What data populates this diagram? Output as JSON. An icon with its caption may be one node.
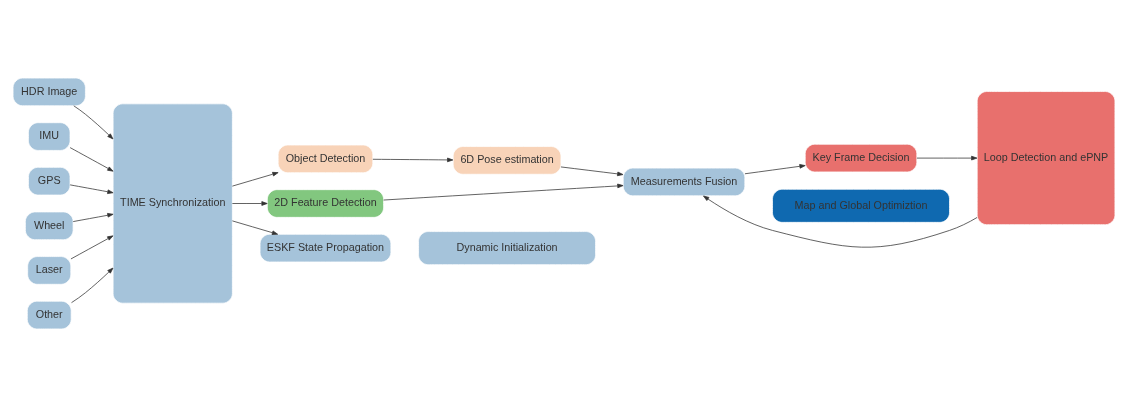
{
  "diagram": {
    "nodes": [
      {
        "text": [
          "HDR Image"
        ]
      },
      {
        "text": [
          "IMU"
        ]
      },
      {
        "text": [
          "GPS"
        ]
      },
      {
        "text": [
          "Wheel"
        ]
      },
      {
        "text": [
          "Laser"
        ]
      },
      {
        "text": [
          "Other"
        ]
      },
      {
        "text": [
          "TIME Synchronization"
        ]
      },
      {
        "text": [
          "Object Detection"
        ]
      },
      {
        "text": [
          "6D Pose estimation"
        ]
      },
      {
        "text": [
          "2D Feature Detection"
        ]
      },
      {
        "text": [
          "ESKF State Propagation"
        ]
      },
      {
        "text": [
          "Measurements Fusion"
        ]
      },
      {
        "text": [
          "Key Frame Decision"
        ]
      },
      {
        "text": [
          "Loop Detection and ePNP"
        ]
      },
      {
        "text": [
          "Dynamic Initialization"
        ]
      },
      {
        "text": [
          "Map and Global Optimiztion"
        ]
      }
    ],
    "edges": [
      {
        "from": 0,
        "to": 6,
        "arrow": "to"
      },
      {
        "from": 1,
        "to": 6,
        "arrow": "to"
      },
      {
        "from": 2,
        "to": 6,
        "arrow": "to"
      },
      {
        "from": 3,
        "to": 6,
        "arrow": "to"
      },
      {
        "from": 4,
        "to": 6,
        "arrow": "to"
      },
      {
        "from": 5,
        "to": 6,
        "arrow": "to"
      },
      {
        "from": 6,
        "to": 7,
        "arrow": "to"
      },
      {
        "from": 6,
        "to": 9,
        "arrow": "to"
      },
      {
        "from": 6,
        "to": 10,
        "arrow": "to"
      },
      {
        "from": 7,
        "to": 8,
        "arrow": "to"
      },
      {
        "from": 8,
        "to": 11,
        "arrow": "to"
      },
      {
        "from": 9,
        "to": 11,
        "arrow": "to"
      },
      {
        "from": 11,
        "to": 12,
        "arrow": "to"
      },
      {
        "from": 12,
        "to": 13,
        "arrow": "to"
      },
      {
        "from": 13,
        "to": 11,
        "arrow": "to"
      }
    ]
  }
}
